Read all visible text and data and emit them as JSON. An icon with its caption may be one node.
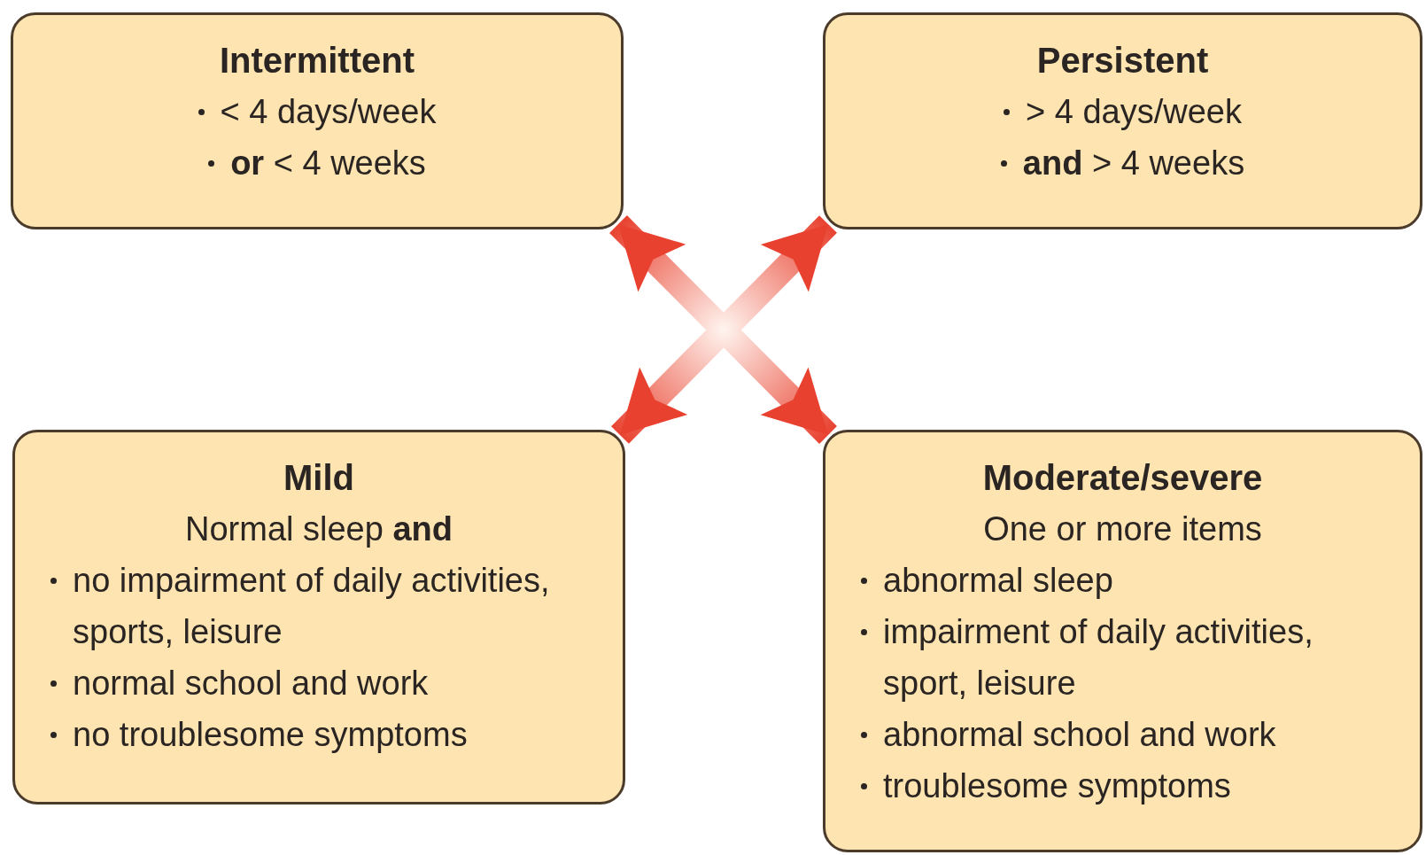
{
  "diagram": {
    "nodes": [
      {
        "text": [
          "Intermittent",
          "< 4 days/week",
          "**or** < 4 weeks"
        ]
      },
      {
        "text": [
          "Persistent",
          "> 4 days/week",
          "**and** > 4 weeks"
        ]
      },
      {
        "text": [
          "Mild",
          "Normal sleep **and**",
          "no impairment of daily activities, sports, leisure",
          "normal school and work",
          "no troublesome symptoms"
        ]
      },
      {
        "text": [
          "Moderate/severe",
          "One or more items",
          "abnormal sleep",
          "impairment of daily activities, sport, leisure",
          "abnormal school and work",
          "troublesome symptoms"
        ]
      }
    ],
    "edges": [
      {
        "from": 0,
        "to": 3,
        "arrow": "both"
      },
      {
        "from": 1,
        "to": 2,
        "arrow": "both"
      }
    ]
  }
}
